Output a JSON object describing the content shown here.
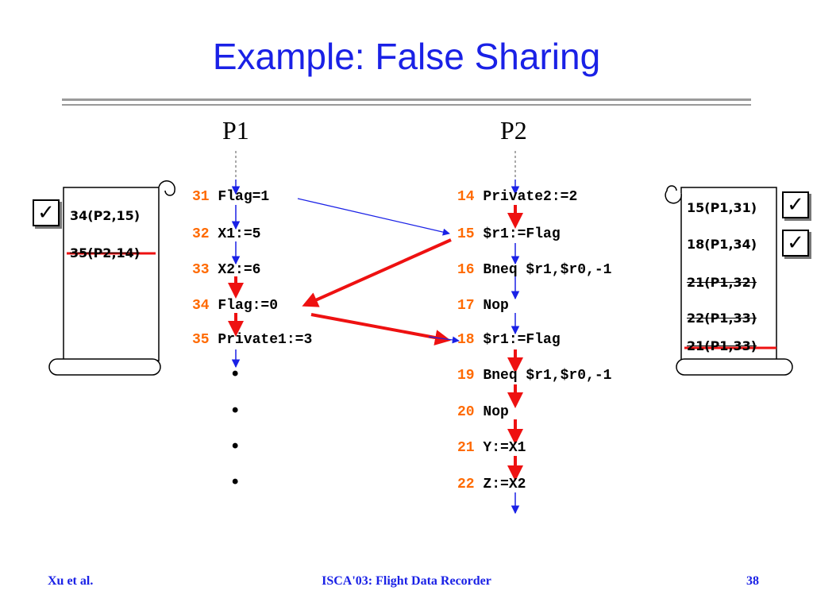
{
  "title": "Example: False Sharing",
  "processors": {
    "p1": "P1",
    "p2": "P2"
  },
  "p1_lines": [
    {
      "num": "31",
      "code": "Flag=1"
    },
    {
      "num": "32",
      "code": "X1:=5"
    },
    {
      "num": "33",
      "code": "X2:=6"
    },
    {
      "num": "34",
      "code": "Flag:=0"
    },
    {
      "num": "35",
      "code": "Private1:=3"
    }
  ],
  "p1_dots": [
    "•",
    "•",
    "•",
    "•"
  ],
  "p2_lines": [
    {
      "num": "14",
      "code": "Private2:=2"
    },
    {
      "num": "15",
      "code": "$r1:=Flag"
    },
    {
      "num": "16",
      "code": "Bneq $r1,$r0,-1"
    },
    {
      "num": "17",
      "code": "Nop"
    },
    {
      "num": "18",
      "code": "$r1:=Flag"
    },
    {
      "num": "19",
      "code": "Bneq $r1,$r0,-1"
    },
    {
      "num": "20",
      "code": "Nop"
    },
    {
      "num": "21",
      "code": "Y:=X1"
    },
    {
      "num": "22",
      "code": "Z:=X2"
    }
  ],
  "left_log": [
    {
      "text": "34(P2,15)",
      "checked": true,
      "struck": false
    },
    {
      "text": "35(P2,14)",
      "checked": false,
      "struck": true
    }
  ],
  "right_log": [
    {
      "text": "15(P1,31)",
      "checked": true,
      "struck": false
    },
    {
      "text": "18(P1,34)",
      "checked": true,
      "struck": false
    },
    {
      "text": "21(P1,32)",
      "checked": false,
      "struck": true
    },
    {
      "text": "22(P1,33)",
      "checked": false,
      "struck": true
    },
    {
      "text": "21(P1,33)",
      "checked": false,
      "struck": true
    }
  ],
  "check_glyph": "✓",
  "footer": {
    "left": "Xu et al.",
    "center": "ISCA'03: Flight Data Recorder",
    "right": "38"
  },
  "colors": {
    "title": "#1a21e6",
    "line_number": "#ff6a00",
    "blue_arrow": "#1a21e6",
    "red_arrow": "#ee1111",
    "footer": "#1a21e6"
  }
}
